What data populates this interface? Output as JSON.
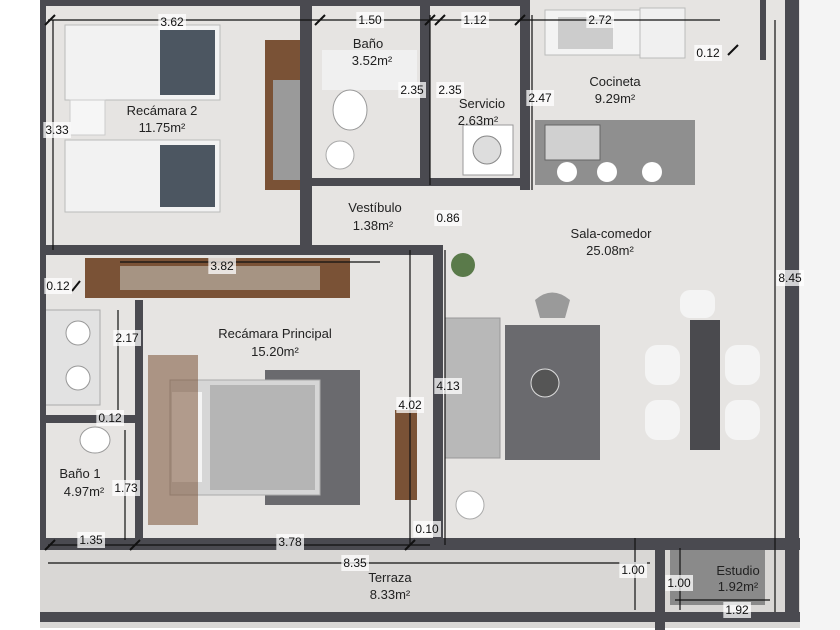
{
  "rooms": {
    "recamara2": {
      "name": "Recámara 2",
      "area": "11.75m²"
    },
    "bano": {
      "name": "Baño",
      "area": "3.52m²"
    },
    "servicio": {
      "name": "Servicio",
      "area": "2.63m²"
    },
    "cocineta": {
      "name": "Cocineta",
      "area": "9.29m²"
    },
    "vestibulo": {
      "name": "Vestíbulo",
      "area": "1.38m²"
    },
    "sala": {
      "name": "Sala-comedor",
      "area": "25.08m²"
    },
    "principal": {
      "name": "Recámara Principal",
      "area": "15.20m²"
    },
    "bano1": {
      "name": "Baño 1",
      "area": "4.97m²"
    },
    "terraza": {
      "name": "Terraza",
      "area": "8.33m²"
    },
    "estudio": {
      "name": "Estudio",
      "area": "1.92m²"
    }
  },
  "dimensions": {
    "d362": "3.62",
    "d150": "1.50",
    "d112": "1.12",
    "d272": "2.72",
    "d012a": "0.12",
    "d333": "3.33",
    "d235a": "2.35",
    "d235b": "2.35",
    "d247": "2.47",
    "d086": "0.86",
    "d012b": "0.12",
    "d382": "3.82",
    "d845": "8.45",
    "d217": "2.17",
    "d413": "4.13",
    "d402": "4.02",
    "d012c": "0.12",
    "d173": "1.73",
    "d010": "0.10",
    "d135": "1.35",
    "d378": "3.78",
    "d835": "8.35",
    "d100a": "1.00",
    "d100b": "1.00",
    "d192": "1.92"
  },
  "colors": {
    "floor": "#e6e4e2",
    "wall": "#4a4a50",
    "wood": "#7a5236",
    "dimline": "#111111"
  }
}
